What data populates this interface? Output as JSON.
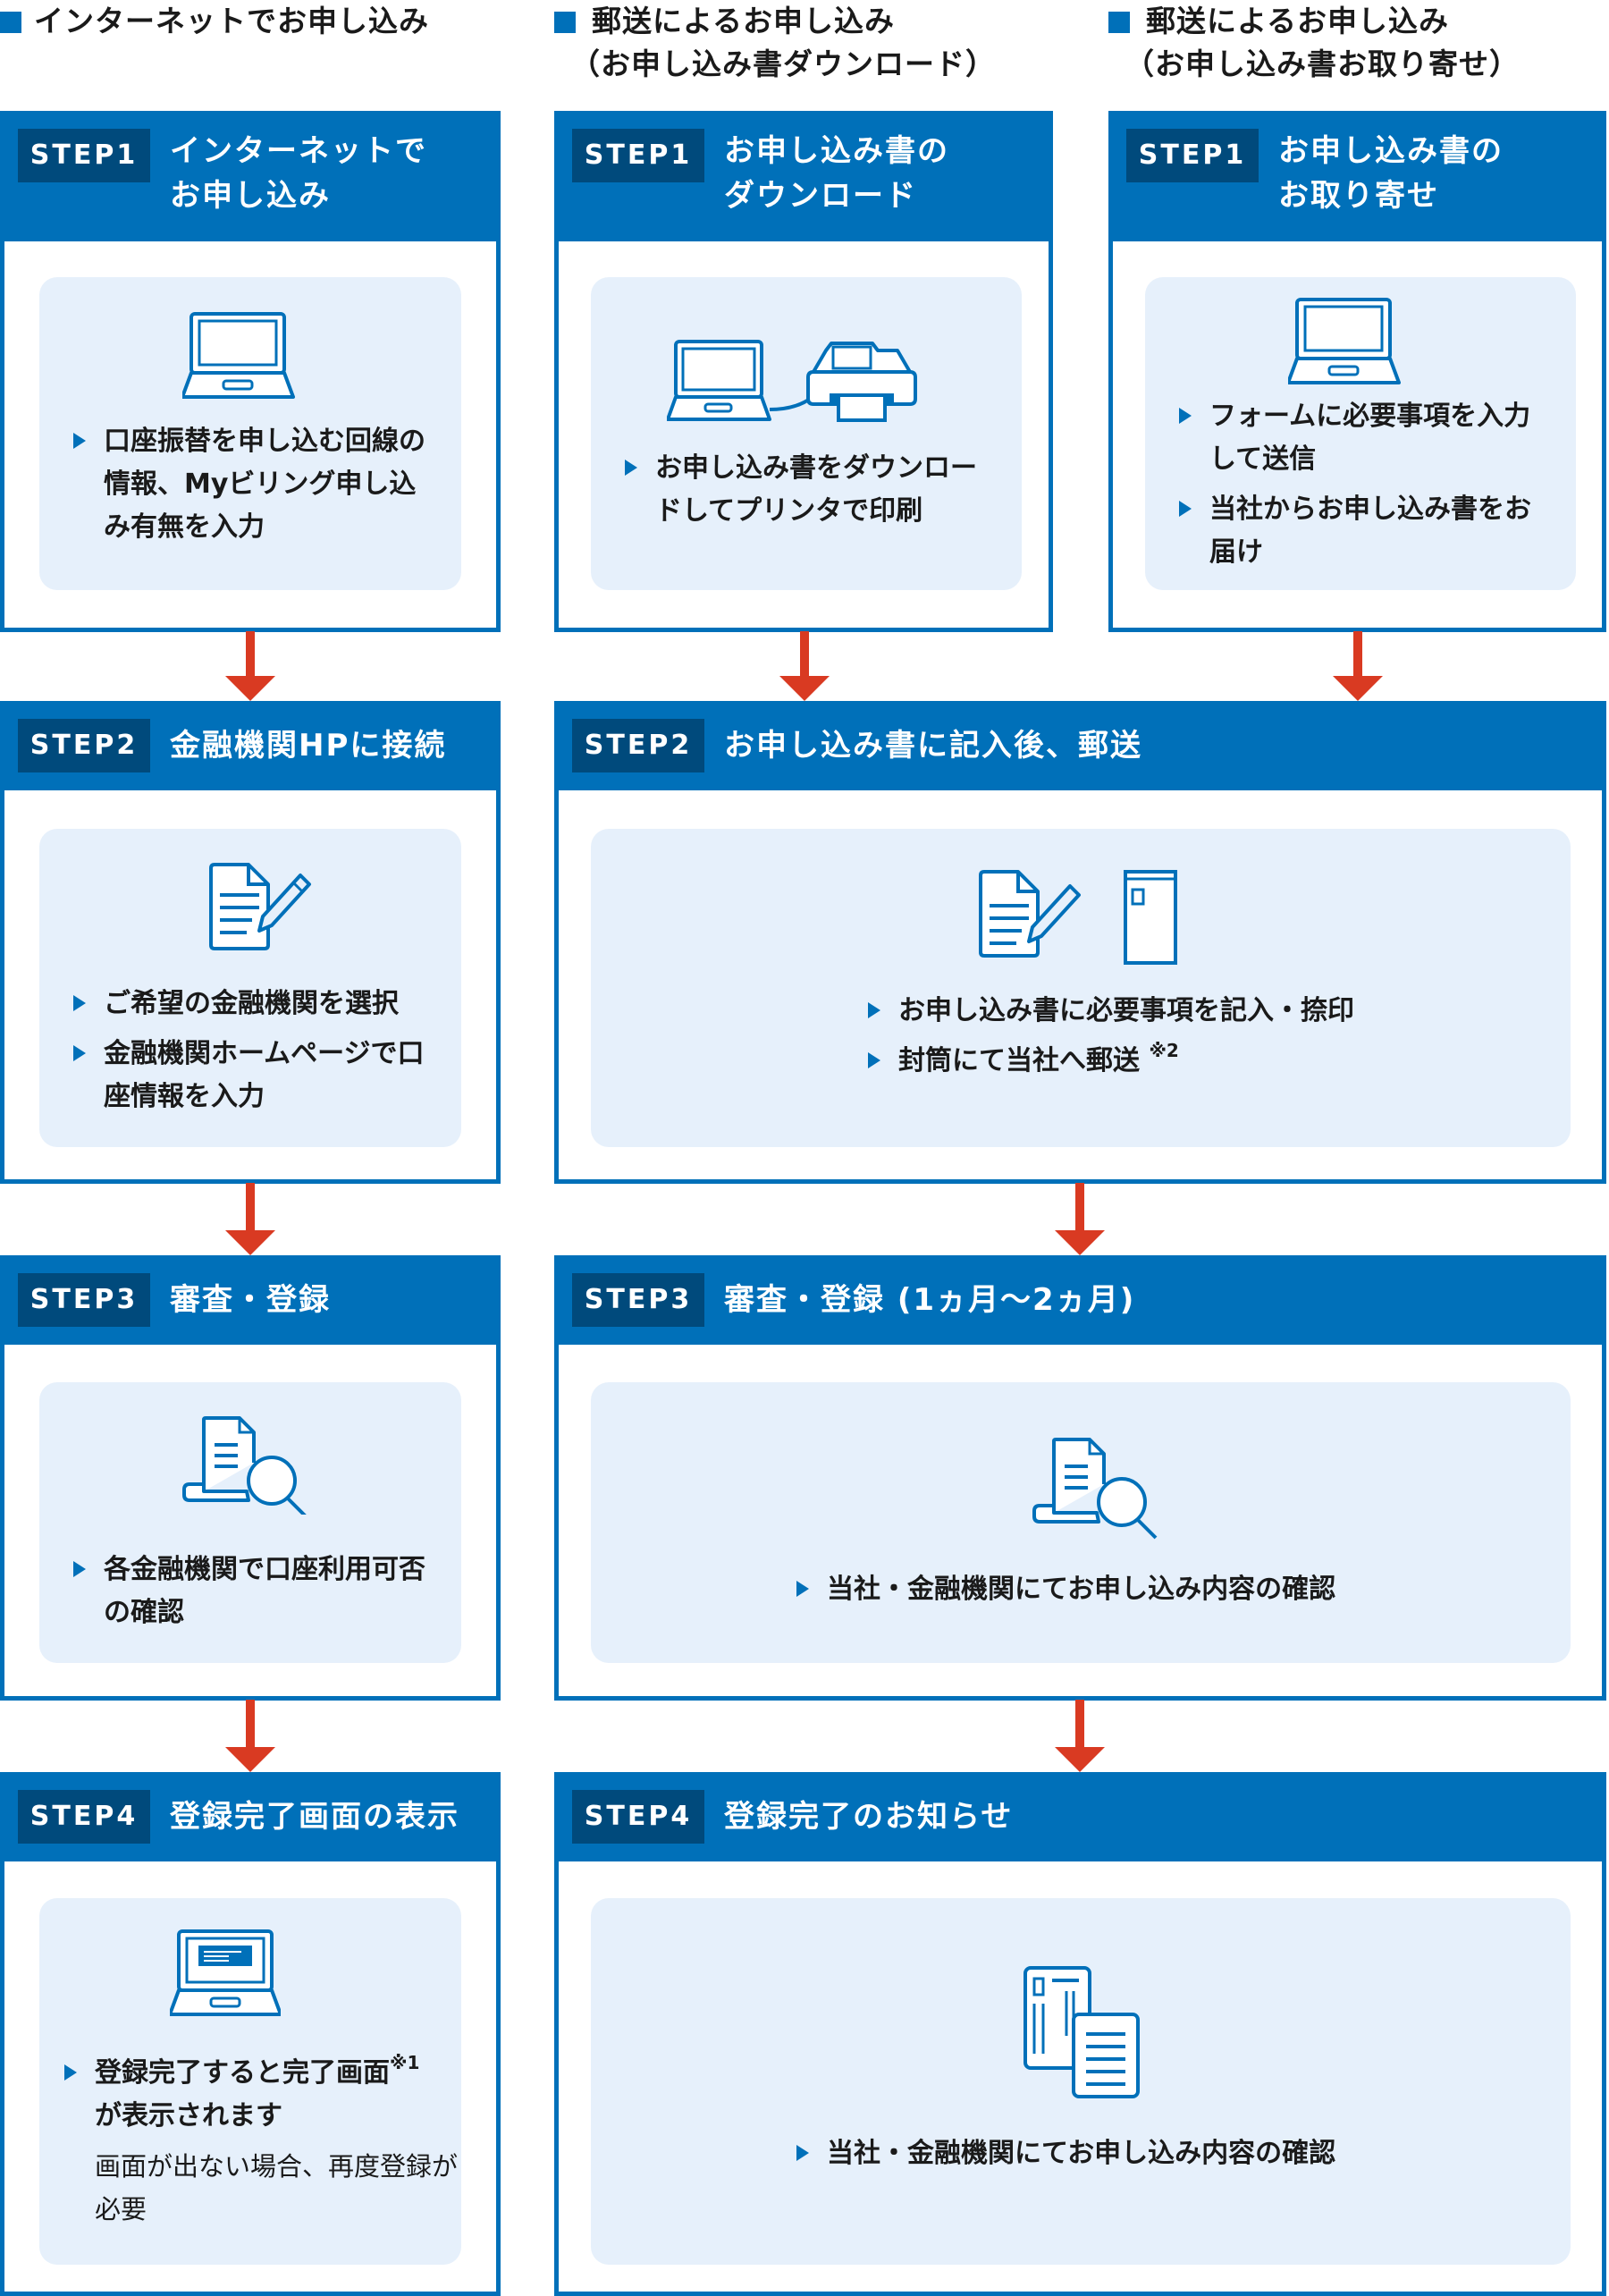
{
  "colors": {
    "header_blue": "#0070b9",
    "badge_navy": "#004a7c",
    "panel_bg": "#e6f0fb",
    "arrow_red": "#d93a22",
    "text": "#1a1a1a"
  },
  "columns": [
    {
      "heading": "インターネットでお申し込み",
      "heading_sub": ""
    },
    {
      "heading": "郵送によるお申し込み",
      "heading_sub": "（お申し込み書ダウンロード）"
    },
    {
      "heading": "郵送によるお申し込み",
      "heading_sub": "（お申し込み書お取り寄せ）"
    }
  ],
  "internet": {
    "step1": {
      "badge": "STEP1",
      "title": "インターネットで\nお申し込み",
      "icon": "laptop-icon",
      "bullets": [
        "口座振替を申し込む回線の情報、Myビリング申し込み有無を入力"
      ]
    },
    "step2": {
      "badge": "STEP2",
      "title": "金融機関HPに接続",
      "icon": "document-pen-icon",
      "bullets": [
        "ご希望の金融機関を選択",
        "金融機関ホームページで口座情報を入力"
      ]
    },
    "step3": {
      "badge": "STEP3",
      "title": "審査・登録",
      "icon": "document-search-icon",
      "bullets": [
        "各金融機関で口座利用可否の確認"
      ]
    },
    "step4": {
      "badge": "STEP4",
      "title": "登録完了画面の表示",
      "icon": "laptop-screen-icon",
      "bullets": [
        "登録完了すると完了画面"
      ],
      "bullet_sup": "※1",
      "bullet_tail": "が表示されます",
      "note": "画面が出ない場合、再度登録が必要"
    }
  },
  "download": {
    "step1": {
      "badge": "STEP1",
      "title": "お申し込み書の\nダウンロード",
      "icon": "laptop-printer-icon",
      "bullets": [
        "お申し込み書をダウンロードしてプリンタで印刷"
      ]
    }
  },
  "request": {
    "step1": {
      "badge": "STEP1",
      "title": "お申し込み書の\nお取り寄せ",
      "icon": "laptop-icon",
      "bullets": [
        "フォームに必要事項を入力して送信",
        "当社からお申し込み書をお届け"
      ]
    }
  },
  "mail": {
    "step2": {
      "badge": "STEP2",
      "title": "お申し込み書に記入後、郵送",
      "icon": "document-pen-envelope-icon",
      "bullets": [
        "お申し込み書に必要事項を記入・捺印",
        "封筒にて当社へ郵送"
      ],
      "bullet2_sup": "※2"
    },
    "step3": {
      "badge": "STEP3",
      "title": "審査・登録 (1ヵ月〜2ヵ月)",
      "icon": "document-search-icon",
      "bullets": [
        "当社・金融機関にてお申し込み内容の確認"
      ]
    },
    "step4": {
      "badge": "STEP4",
      "title": "登録完了のお知らせ",
      "icon": "notice-documents-icon",
      "bullets": [
        "当社・金融機関にてお申し込み内容の確認"
      ]
    }
  }
}
